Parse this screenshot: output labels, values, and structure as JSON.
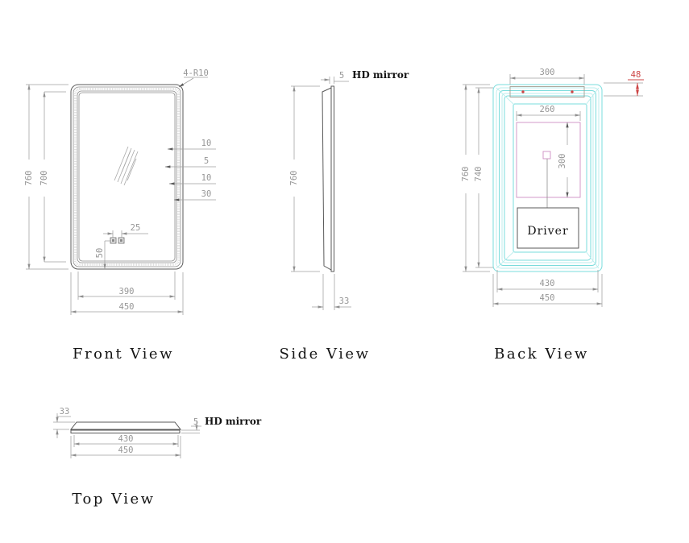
{
  "drawing": {
    "type": "technical-drawing",
    "subject": "LED HD mirror, 4 orthographic views",
    "colors": {
      "object_line": "#5a5a5a",
      "dimension": "#969696",
      "back_frame_cyan": "#7adcdc",
      "heater_pink": "#cf8fc5",
      "alert_red": "#cc4545",
      "background": "#ffffff"
    }
  },
  "views": {
    "front": {
      "title": "Front View",
      "corner_callout": "4-R10",
      "dims": {
        "outer_height": "760",
        "inner_height": "700",
        "band_outer": "10",
        "band_gap": "5",
        "band_led": "10",
        "band_margin": "30",
        "button_spacing": "25",
        "button_offset": "50",
        "mirror_width": "390",
        "outer_width": "450"
      }
    },
    "side": {
      "title": "Side View",
      "mirror_label": "HD mirror",
      "dims": {
        "height": "760",
        "mirror_thickness": "5",
        "depth": "33"
      }
    },
    "back": {
      "title": "Back View",
      "driver_label": "Driver",
      "dims": {
        "bracket_width": "300",
        "bracket_drop": "48",
        "heater_width": "260",
        "heater_height": "300",
        "outer_height": "760",
        "inner_height": "740",
        "inner_width": "430",
        "outer_width": "450"
      }
    },
    "top": {
      "title": "Top View",
      "mirror_label": "HD mirror",
      "dims": {
        "depth": "33",
        "mirror_thickness": "5",
        "inner_width": "430",
        "outer_width": "450"
      }
    }
  }
}
